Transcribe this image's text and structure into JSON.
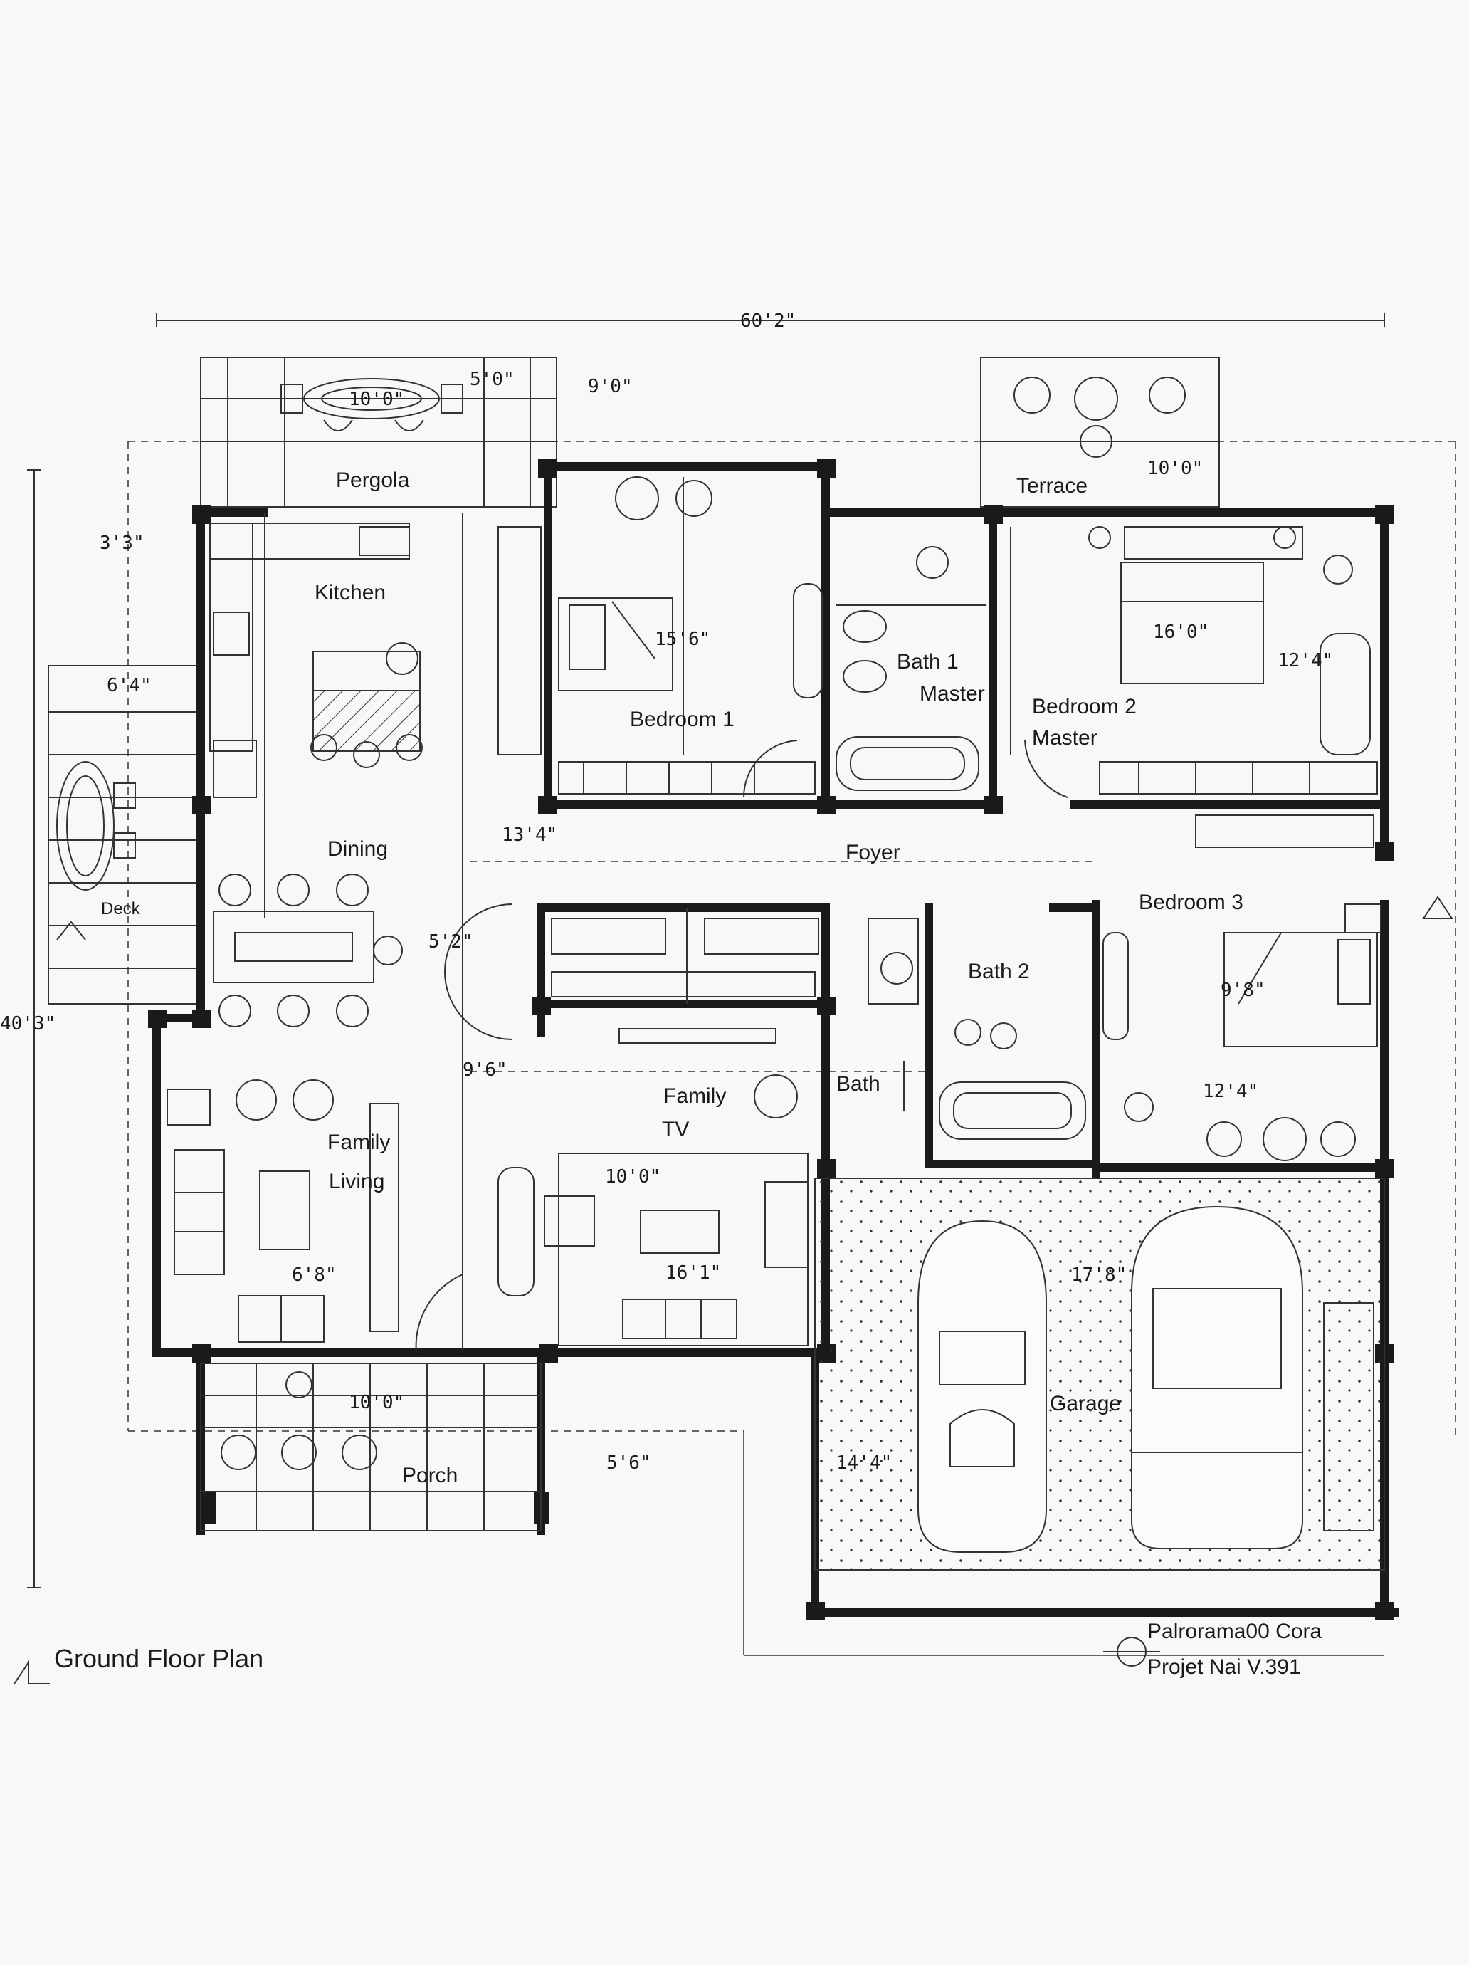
{
  "colors": {
    "paper": "#f8f8f8",
    "ink": "#1a1a1a",
    "thin_line": "#555555"
  },
  "plan": {
    "title": "Ground Floor Plan",
    "stamp_line1": "Palrorama00 Cora",
    "stamp_line2": "Projet Nai V.391"
  },
  "rooms": {
    "pergola": "Pergola",
    "terrace": "Terrace",
    "kitchen": "Kitchen",
    "bedroom1": "Bedroom 1",
    "bath_master_1": "Bath 1",
    "bath_master_2": "Master",
    "bedroom2_1": "Bedroom 2",
    "bedroom2_2": "Master",
    "dining": "Dining",
    "foyer": "Foyer",
    "bedroom3": "Bedroom 3",
    "bath2": "Bath 2",
    "bath3": "Bath",
    "family_1": "Family",
    "family_2": "Living",
    "tv_1": "Family",
    "tv_2": "TV",
    "garage": "Garage",
    "porch": "Porch",
    "deck": "Deck"
  },
  "dimensions": {
    "overall_width": "60'2\"",
    "overall_depth": "40'3\"",
    "d_pergola": "10'0\"",
    "d_pergola_top": "5'0\"",
    "d_top_center": "9'0\"",
    "d_terrace": "10'0\"",
    "d_left_top": "3'3\"",
    "d_kitchen_left": "6'4\"",
    "d_bed1": "15'6\"",
    "d_bed2": "16'0\"",
    "d_bed2_side": "12'4\"",
    "d_dining": "13'4\"",
    "d_foyer_left": "5'2\"",
    "d_foyer_mid": "9'6\"",
    "d_bed3": "9'8\"",
    "d_bed3_low": "12'4\"",
    "d_family": "10'0\"",
    "d_family_low": "6'8\"",
    "d_tv": "16'1\"",
    "d_garage": "17'8\"",
    "d_porch": "10'0\"",
    "d_porch_right": "5'6\"",
    "d_center": "14'4\""
  }
}
